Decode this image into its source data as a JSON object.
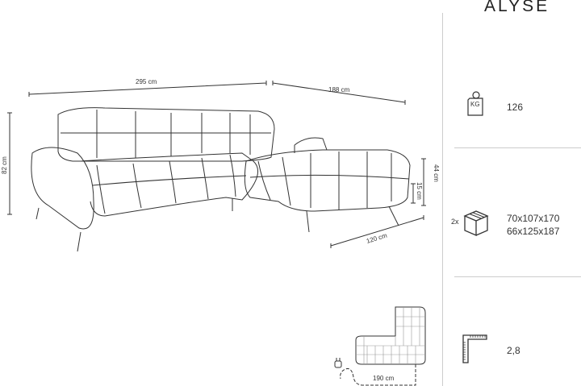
{
  "product": {
    "name": "ALYSE"
  },
  "specs": {
    "weight": {
      "icon": "weight-kg-icon",
      "icon_label": "KG",
      "value": "126"
    },
    "packages": {
      "icon": "box-icon",
      "count": "2x",
      "sizes": [
        "70x107x170",
        "66x125x187"
      ]
    },
    "seat_height_feature": {
      "icon": "ruler-angle-icon",
      "value": "2,8"
    }
  },
  "dimensions": {
    "width": "295 cm",
    "depth": "188 cm",
    "height": "82 cm",
    "seat_height": "44 cm",
    "leg_height": "15 cm",
    "chaise_width": "120 cm",
    "cable_length": "190 cm"
  },
  "colors": {
    "line": "#333333",
    "divider": "#cccccc"
  }
}
